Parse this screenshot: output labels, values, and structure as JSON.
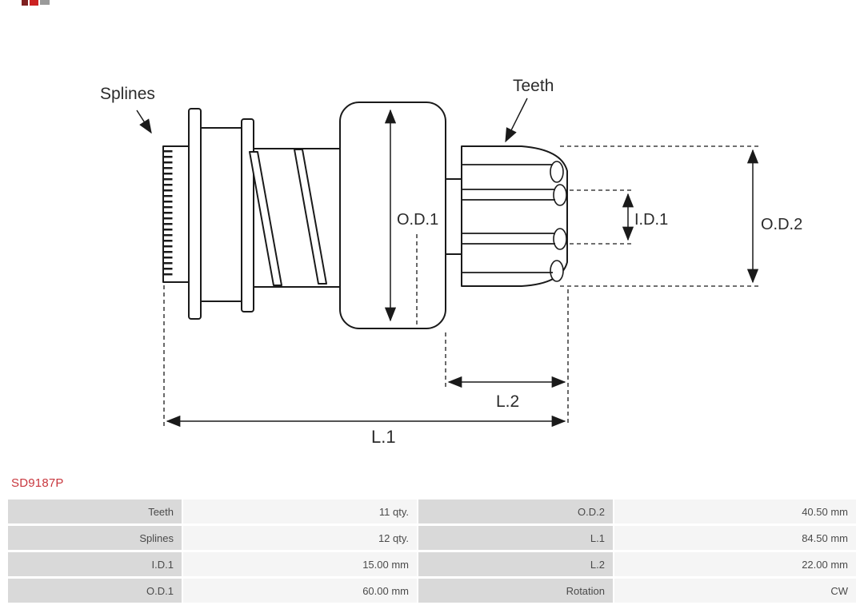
{
  "page": {
    "background": "#ffffff"
  },
  "brand": {
    "logo": "as-pl-logo-fragment",
    "accent_red": "#cc2222"
  },
  "part": {
    "number": "SD9187P",
    "number_color": "#c8373e"
  },
  "diagram": {
    "labels": {
      "splines": "Splines",
      "teeth": "Teeth",
      "od1": "O.D.1",
      "id1": "I.D.1",
      "od2": "O.D.2",
      "l1": "L.1",
      "l2": "L.2"
    }
  },
  "spec_table": {
    "label_bg": "#d9d9d9",
    "value_bg": "#f5f5f5",
    "rows": [
      [
        "Teeth",
        "11 qty.",
        "O.D.2",
        "40.50 mm"
      ],
      [
        "Splines",
        "12 qty.",
        "L.1",
        "84.50 mm"
      ],
      [
        "I.D.1",
        "15.00 mm",
        "L.2",
        "22.00 mm"
      ],
      [
        "O.D.1",
        "60.00 mm",
        "Rotation",
        "CW"
      ]
    ]
  }
}
